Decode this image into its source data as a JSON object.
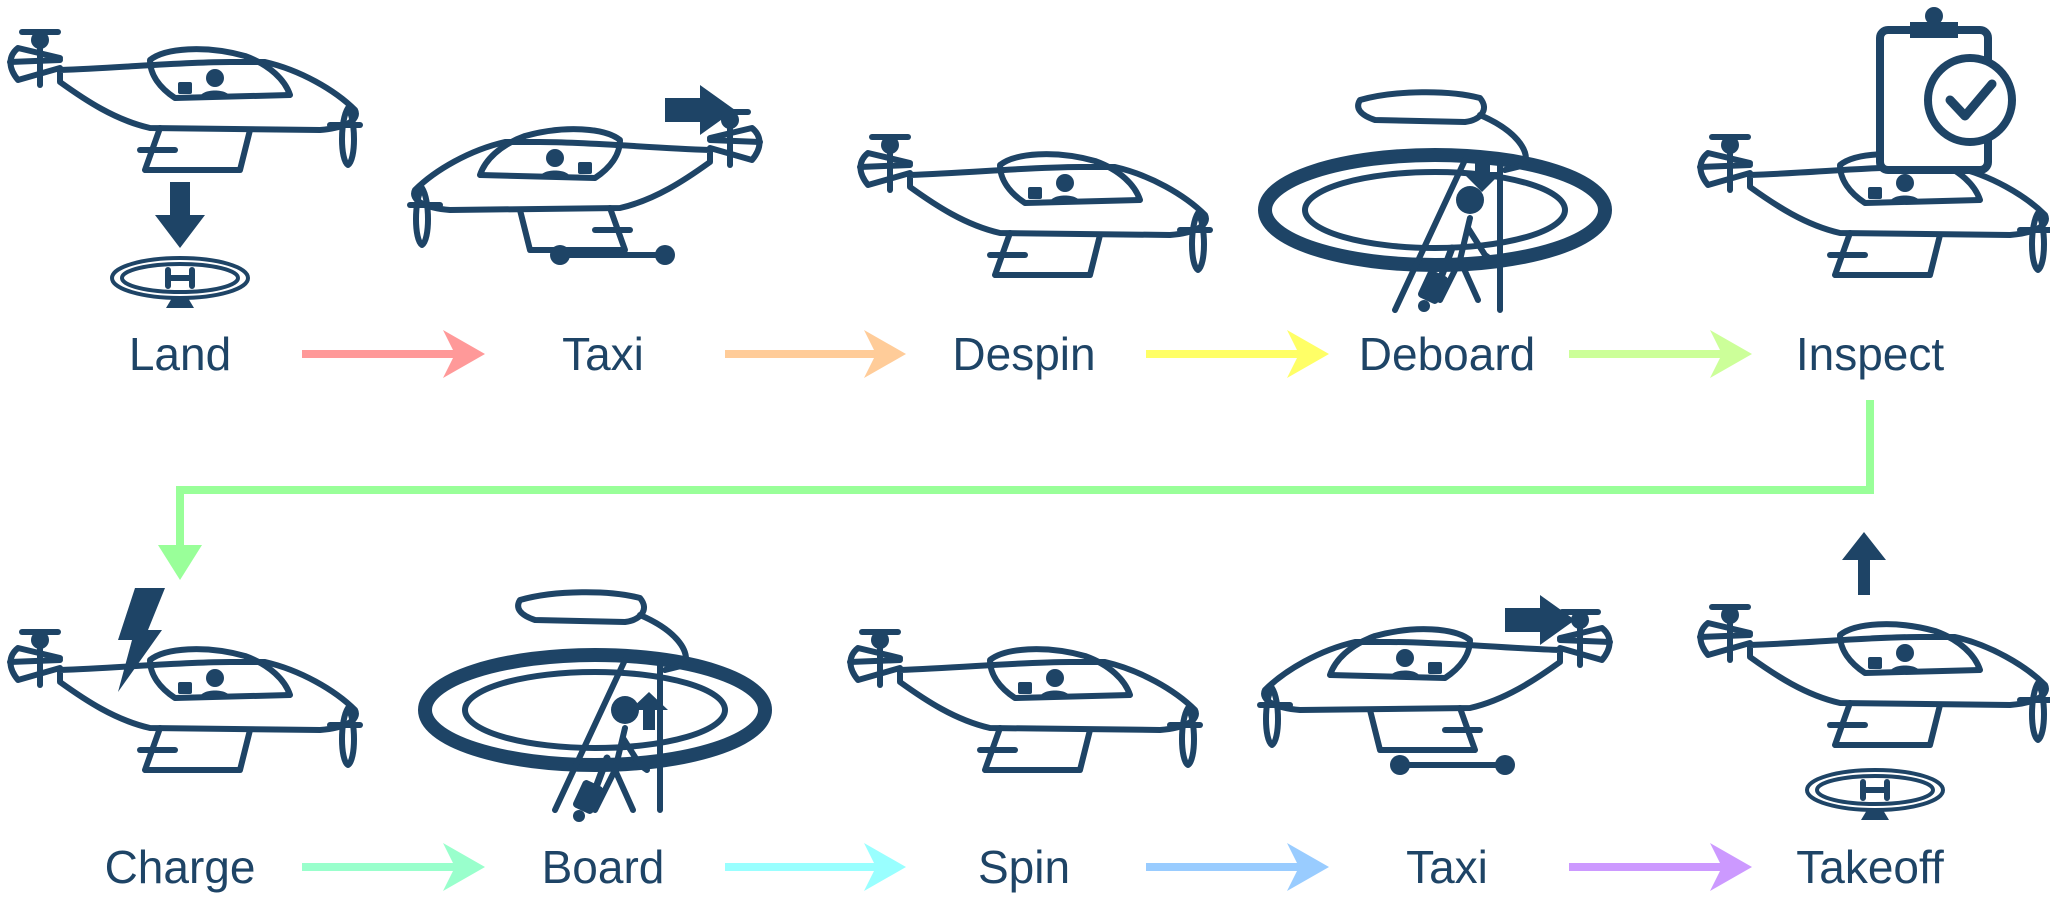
{
  "steps": [
    {
      "label": "Land",
      "icon": "vtol-landing-icon"
    },
    {
      "label": "Taxi",
      "icon": "vtol-taxi-icon"
    },
    {
      "label": "Despin",
      "icon": "vtol-despin-icon"
    },
    {
      "label": "Deboard",
      "icon": "passenger-deboard-icon"
    },
    {
      "label": "Inspect",
      "icon": "clipboard-check-icon"
    },
    {
      "label": "Charge",
      "icon": "lightning-bolt-icon"
    },
    {
      "label": "Board",
      "icon": "passenger-board-icon"
    },
    {
      "label": "Spin",
      "icon": "vtol-spin-icon"
    },
    {
      "label": "Taxi",
      "icon": "vtol-taxi-icon"
    },
    {
      "label": "Takeoff",
      "icon": "vtol-takeoff-icon"
    }
  ],
  "arrow_colors": [
    "#ff9999",
    "#ffcc99",
    "#ffff66",
    "#ccff99",
    "#99ff99",
    "#99ffcc",
    "#99ffff",
    "#99ccff",
    "#cc99ff"
  ],
  "ink_color": "#1e4466"
}
